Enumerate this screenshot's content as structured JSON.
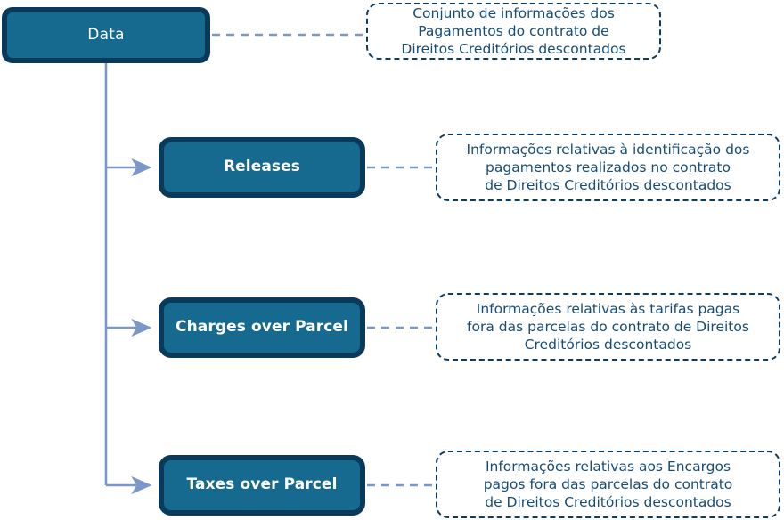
{
  "diagram": {
    "title": "Data",
    "root": {
      "label": "Data",
      "note": "Conjunto de informações dos\nPagamentos do contrato de\nDireitos Creditórios descontados"
    },
    "children": [
      {
        "label": "Releases",
        "note": "Informações relativas à identificação dos\npagamentos realizados no contrato\nde Direitos Creditórios descontados"
      },
      {
        "label": "Charges over Parcel",
        "note": "Informações relativas às tarifas pagas\nfora das parcelas do contrato de Direitos\nCreditórios descontados"
      },
      {
        "label": "Taxes over Parcel",
        "note": "Informações relativas aos Encargos\npagos fora das parcelas do contrato\nde Direitos Creditórios descontados"
      }
    ],
    "colors": {
      "node_fill": "#16698f",
      "node_border": "#0a3a5a",
      "node_text": "#ffffff",
      "note_border": "#0d3c63",
      "note_text": "#174c77",
      "connector": "#7b97c9",
      "background": "#ffffff"
    }
  }
}
